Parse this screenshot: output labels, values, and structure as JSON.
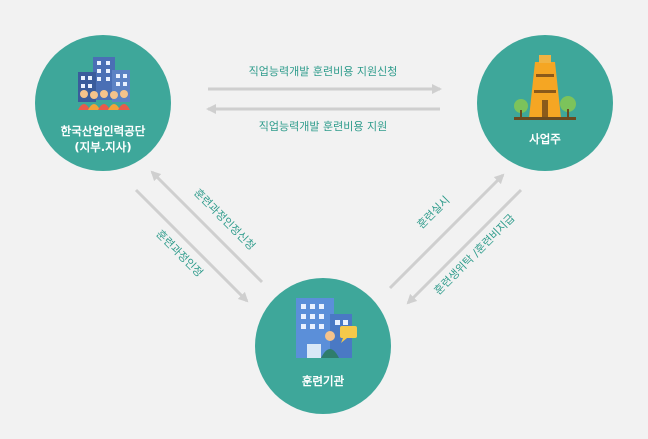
{
  "nodes": {
    "hrd": {
      "label_line1": "한국산업인력공단",
      "label_line2": "(지부.지사)",
      "icon": "office-building-with-people-icon"
    },
    "employer": {
      "label": "사업주",
      "icon": "factory-chimney-with-trees-icon"
    },
    "institution": {
      "label": "훈련기관",
      "icon": "office-building-with-person-speech-bubble-icon"
    }
  },
  "edges": {
    "request_support": "직업능력개발 훈련비용 지원신청",
    "provide_support": "직업능력개발 훈련비용 지원",
    "course_approval_request": "훈련과정인정신청",
    "course_approval": "훈련과정인정",
    "training_conduct": "훈련실시",
    "training_commission": "훈련생위탁 /훈련비지급"
  },
  "colors": {
    "background": "#f2f2f2",
    "circle": "#3ea79a",
    "arrow": "#cfcfcf",
    "edge_text": "#2f9c8c",
    "node_text": "#ffffff"
  }
}
